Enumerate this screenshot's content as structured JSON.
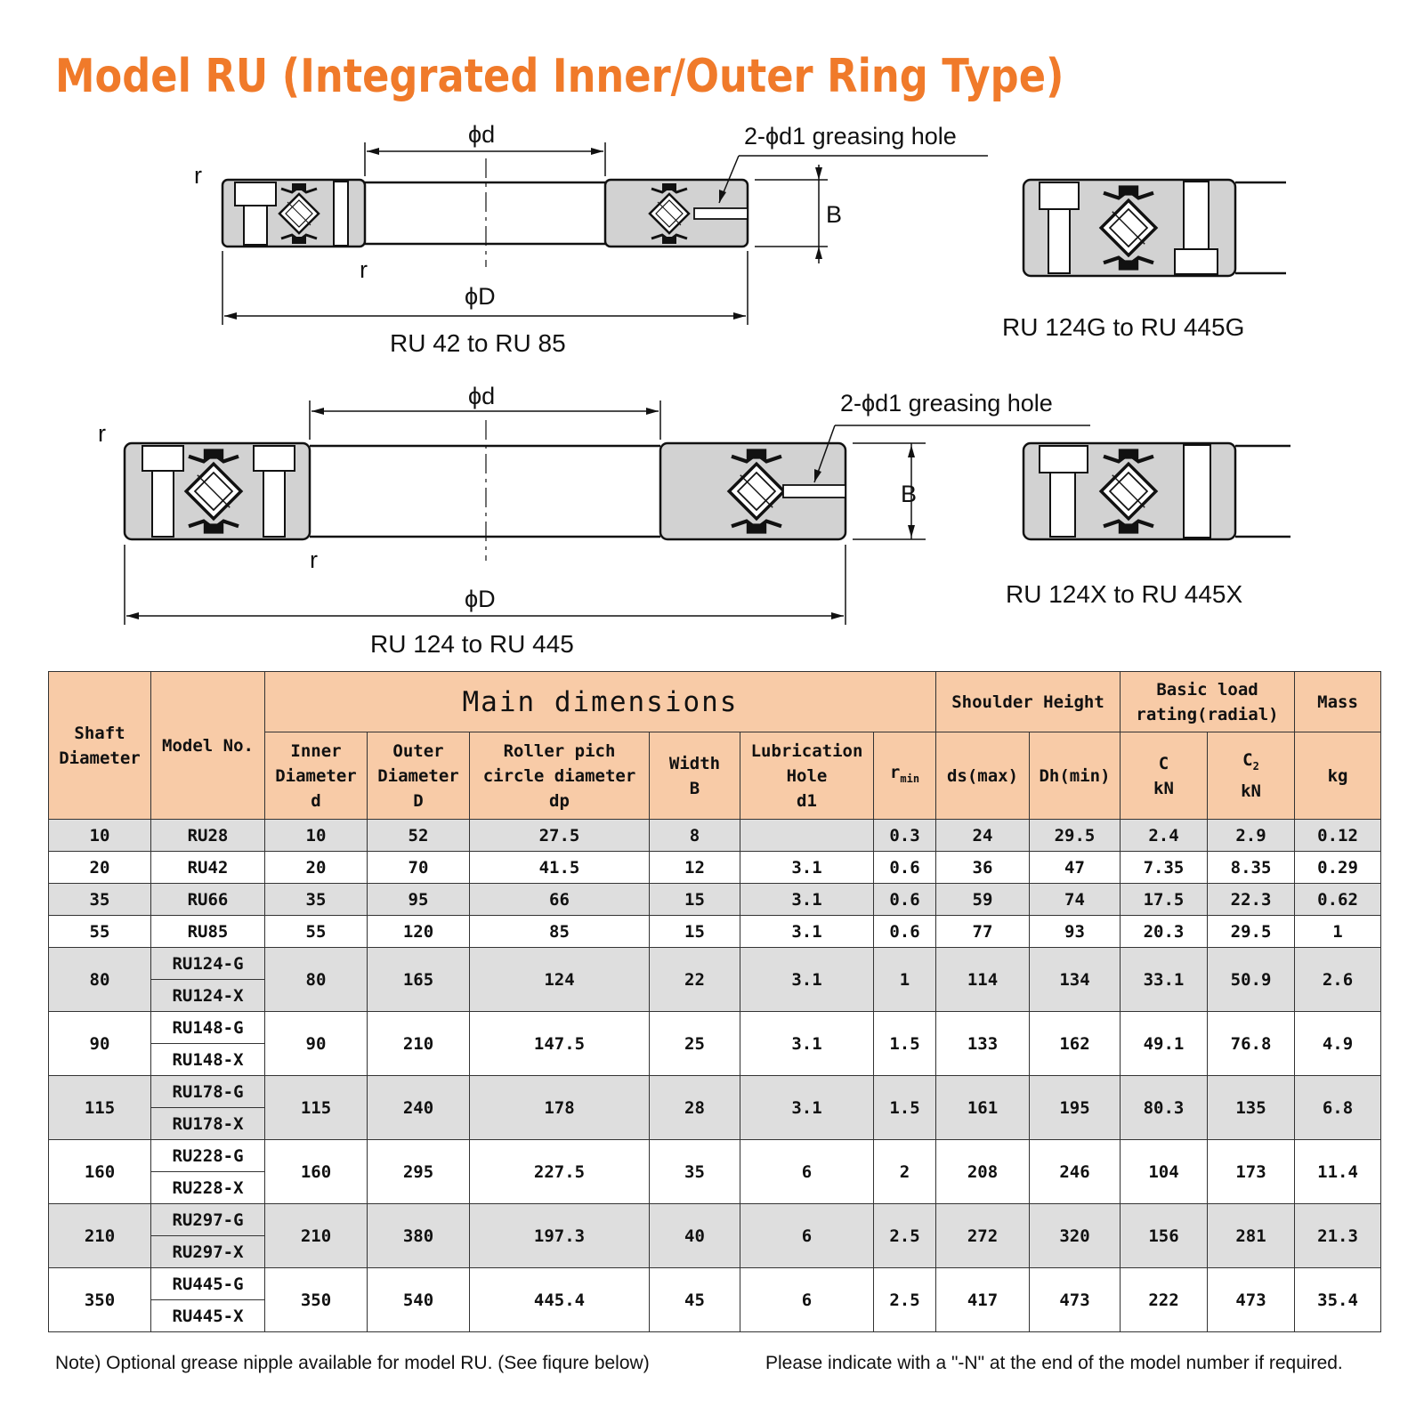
{
  "title": "Model RU (Integrated Inner/Outer Ring Type)",
  "figures": {
    "fig1_caption": "RU 42 to RU 85",
    "fig2_caption": "RU 124G to RU 445G",
    "fig3_caption": "RU 124 to RU 445",
    "fig4_caption": "RU 124X to RU 445X",
    "inner_dia_label": "ϕd",
    "outer_dia_label": "ϕD",
    "width_label": "B",
    "radius_label": "r",
    "greasing_label": "2-ϕd1 greasing hole"
  },
  "table": {
    "headers": {
      "shaft_diameter": "Shaft Diameter",
      "model_no": "Model No.",
      "main_dimensions": "Main dimensions",
      "shoulder_height": "Shoulder Height",
      "basic_load": "Basic load rating(radial)",
      "mass": "Mass",
      "inner_line1": "Inner",
      "inner_line2": "Diameter",
      "inner_line3": "d",
      "outer_line1": "Outer",
      "outer_line2": "Diameter",
      "outer_line3": "D",
      "roller_line1": "Roller pich",
      "roller_line2": "circle diameter",
      "roller_line3": "dp",
      "width_line1": "Width",
      "width_line2": "B",
      "lub_line1": "Lubrication",
      "lub_line2": "Hole",
      "lub_line3": "d1",
      "rmin_main": "r",
      "rmin_sub": "min",
      "ds": "ds(max)",
      "dh": "Dh(min)",
      "c_line1": "C",
      "c_line2": "kN",
      "c2_main": "C",
      "c2_sub": "2",
      "c2_line2": "kN",
      "kg": "kg"
    },
    "rows": [
      {
        "shaft": "10",
        "models": [
          "RU28"
        ],
        "d": "10",
        "D": "52",
        "dp": "27.5",
        "B": "8",
        "d1": "",
        "rmin": "0.3",
        "ds": "24",
        "dh": "29.5",
        "c": "2.4",
        "c2": "2.9",
        "mass": "0.12"
      },
      {
        "shaft": "20",
        "models": [
          "RU42"
        ],
        "d": "20",
        "D": "70",
        "dp": "41.5",
        "B": "12",
        "d1": "3.1",
        "rmin": "0.6",
        "ds": "36",
        "dh": "47",
        "c": "7.35",
        "c2": "8.35",
        "mass": "0.29"
      },
      {
        "shaft": "35",
        "models": [
          "RU66"
        ],
        "d": "35",
        "D": "95",
        "dp": "66",
        "B": "15",
        "d1": "3.1",
        "rmin": "0.6",
        "ds": "59",
        "dh": "74",
        "c": "17.5",
        "c2": "22.3",
        "mass": "0.62"
      },
      {
        "shaft": "55",
        "models": [
          "RU85"
        ],
        "d": "55",
        "D": "120",
        "dp": "85",
        "B": "15",
        "d1": "3.1",
        "rmin": "0.6",
        "ds": "77",
        "dh": "93",
        "c": "20.3",
        "c2": "29.5",
        "mass": "1"
      },
      {
        "shaft": "80",
        "models": [
          "RU124-G",
          "RU124-X"
        ],
        "d": "80",
        "D": "165",
        "dp": "124",
        "B": "22",
        "d1": "3.1",
        "rmin": "1",
        "ds": "114",
        "dh": "134",
        "c": "33.1",
        "c2": "50.9",
        "mass": "2.6"
      },
      {
        "shaft": "90",
        "models": [
          "RU148-G",
          "RU148-X"
        ],
        "d": "90",
        "D": "210",
        "dp": "147.5",
        "B": "25",
        "d1": "3.1",
        "rmin": "1.5",
        "ds": "133",
        "dh": "162",
        "c": "49.1",
        "c2": "76.8",
        "mass": "4.9"
      },
      {
        "shaft": "115",
        "models": [
          "RU178-G",
          "RU178-X"
        ],
        "d": "115",
        "D": "240",
        "dp": "178",
        "B": "28",
        "d1": "3.1",
        "rmin": "1.5",
        "ds": "161",
        "dh": "195",
        "c": "80.3",
        "c2": "135",
        "mass": "6.8"
      },
      {
        "shaft": "160",
        "models": [
          "RU228-G",
          "RU228-X"
        ],
        "d": "160",
        "D": "295",
        "dp": "227.5",
        "B": "35",
        "d1": "6",
        "rmin": "2",
        "ds": "208",
        "dh": "246",
        "c": "104",
        "c2": "173",
        "mass": "11.4"
      },
      {
        "shaft": "210",
        "models": [
          "RU297-G",
          "RU297-X"
        ],
        "d": "210",
        "D": "380",
        "dp": "197.3",
        "B": "40",
        "d1": "6",
        "rmin": "2.5",
        "ds": "272",
        "dh": "320",
        "c": "156",
        "c2": "281",
        "mass": "21.3"
      },
      {
        "shaft": "350",
        "models": [
          "RU445-G",
          "RU445-X"
        ],
        "d": "350",
        "D": "540",
        "dp": "445.4",
        "B": "45",
        "d1": "6",
        "rmin": "2.5",
        "ds": "417",
        "dh": "473",
        "c": "222",
        "c2": "473",
        "mass": "35.4"
      }
    ]
  },
  "notes": {
    "left": "Note) Optional grease nipple available for model RU. (See fiqure below)",
    "right": "Please indicate with a \"-N\" at the end of the model number if required."
  }
}
